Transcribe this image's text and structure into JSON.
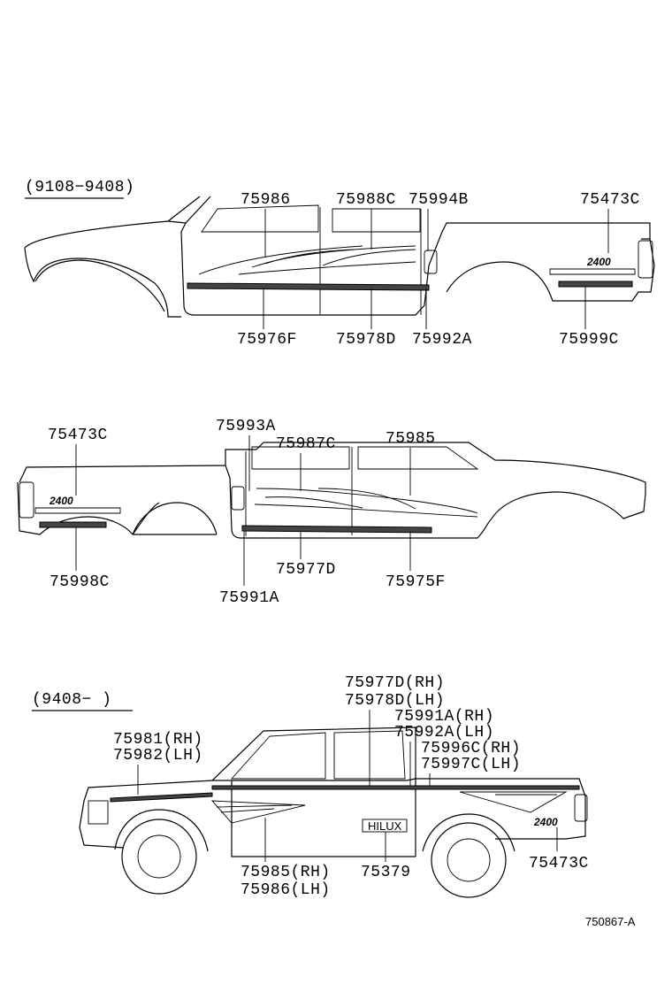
{
  "sections": {
    "early": {
      "range": "(9108−9408)",
      "right_side": {
        "labels_top": [
          "75986",
          "75988C",
          "75994B",
          "75473C"
        ],
        "labels_bottom": [
          "75976F",
          "75978D",
          "75992A",
          "75999C"
        ],
        "emblem": "2400"
      },
      "left_side": {
        "labels_top": [
          "75473C",
          "75993A",
          "75987C",
          "75985"
        ],
        "labels_bottom": [
          "75998C",
          "75991A",
          "75977D",
          "75975F"
        ],
        "emblem": "2400"
      }
    },
    "late": {
      "range": "(9408−     )",
      "labels": {
        "a1": "75977D(RH)",
        "a2": "75978D(LH)",
        "b1": "75991A(RH)",
        "b2": "75992A(LH)",
        "c1": "75996C(RH)",
        "c2": "75997C(LH)",
        "d1": "75981(RH)",
        "d2": "75982(LH)",
        "e1": "75985(RH)",
        "e2": "75986(LH)",
        "f": "75379",
        "g": "75473C"
      },
      "door_emblem": "HILUX",
      "bed_emblem": "2400"
    }
  },
  "figure_id": "750867-A"
}
